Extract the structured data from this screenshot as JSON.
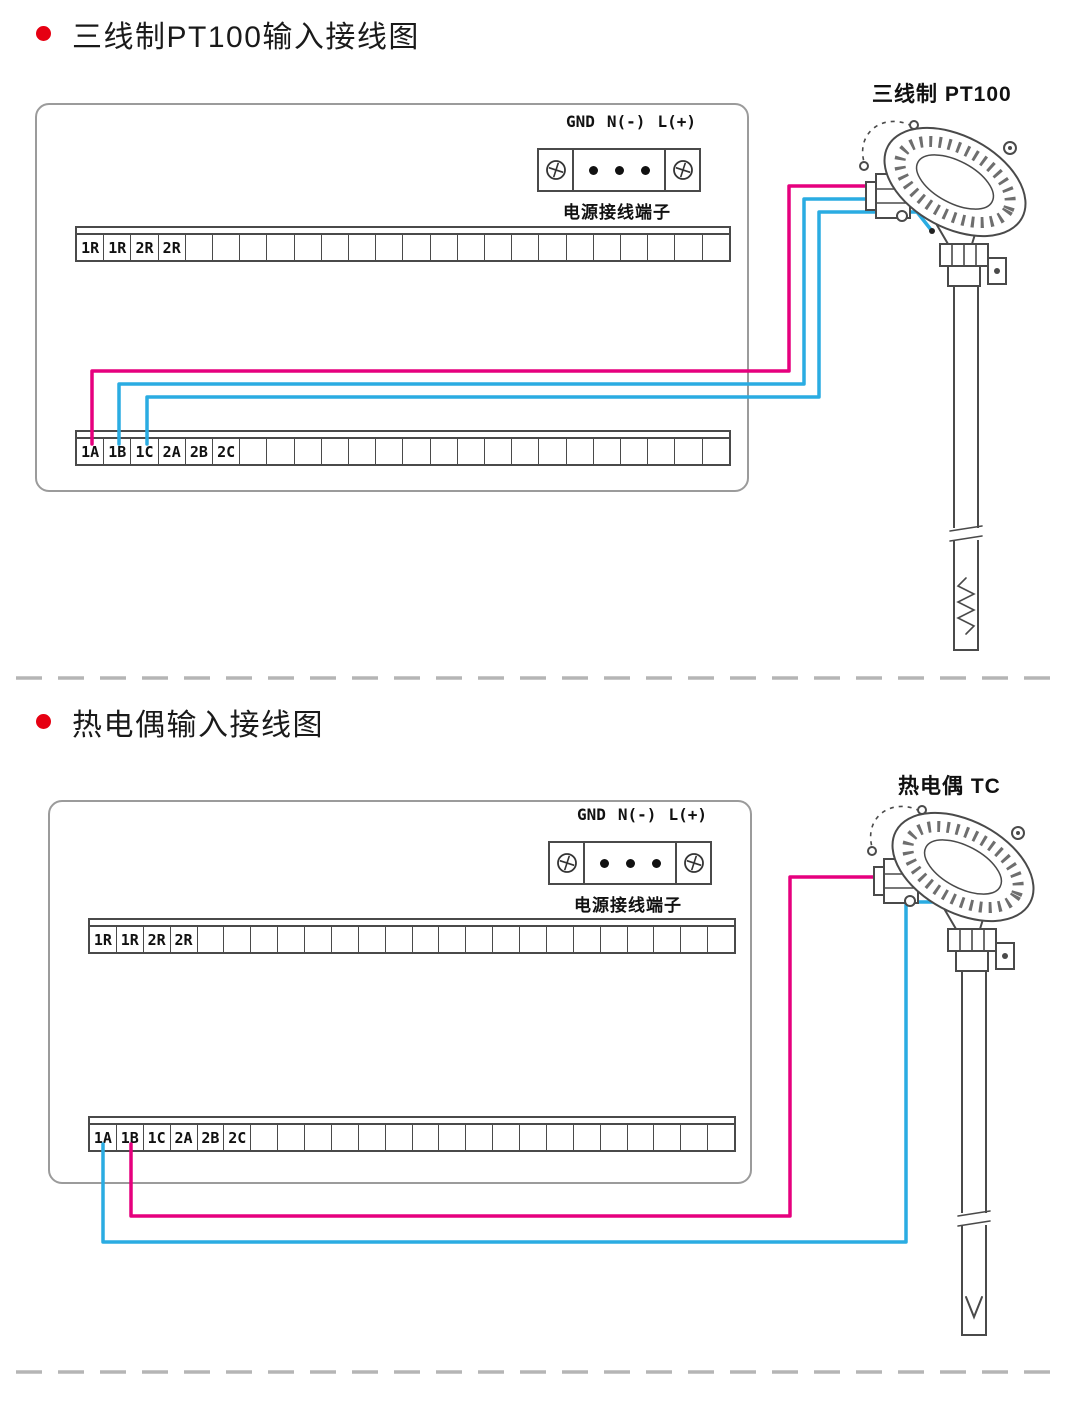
{
  "colors": {
    "accent": "#e60012",
    "wire_pink": "#e6007e",
    "wire_blue": "#2aace2",
    "line": "#4a4a4a",
    "panel_border": "#9b9b9b",
    "dash": "#b5b5b5"
  },
  "sections": [
    {
      "title": "三线制PT100输入接线图",
      "sensor_label": "三线制 PT100",
      "power": {
        "labels": [
          "GND",
          "N(-)",
          "L(+)"
        ],
        "caption": "电源接线端子"
      },
      "strips": {
        "top": {
          "labels": [
            "1R",
            "1R",
            "2R",
            "2R"
          ],
          "cells": 24
        },
        "bottom": {
          "labels": [
            "1A",
            "1B",
            "1C",
            "2A",
            "2B",
            "2C"
          ],
          "cells": 24
        }
      }
    },
    {
      "title": "热电偶输入接线图",
      "sensor_label": "热电偶 TC",
      "power": {
        "labels": [
          "GND",
          "N(-)",
          "L(+)"
        ],
        "caption": "电源接线端子"
      },
      "strips": {
        "top": {
          "labels": [
            "1R",
            "1R",
            "2R",
            "2R"
          ],
          "cells": 24
        },
        "bottom": {
          "labels": [
            "1A",
            "1B",
            "1C",
            "2A",
            "2B",
            "2C"
          ],
          "cells": 24
        }
      }
    }
  ]
}
